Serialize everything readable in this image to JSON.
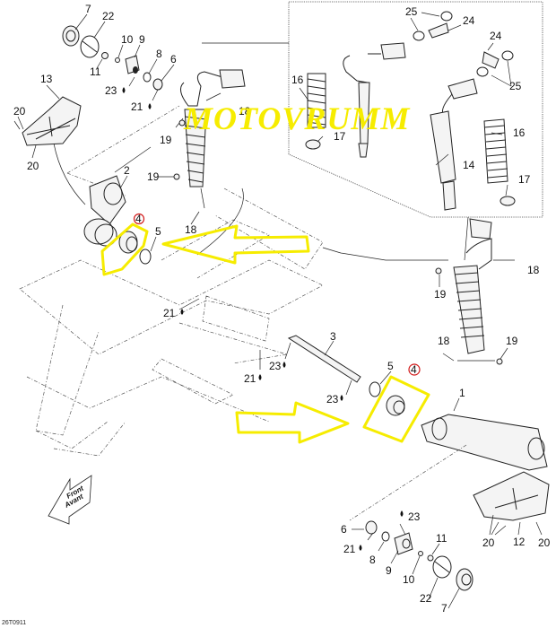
{
  "diagram": {
    "type": "exploded-parts-diagram",
    "subject": "rear swing arm and shock absorber assembly",
    "watermark": "MOTOVRUMM",
    "drawing_code": "26T0911",
    "orientation_arrow": {
      "line1": "Front",
      "line2": "Avant"
    },
    "lubricant_symbol": "drop",
    "highlight_color": "#f6ec00",
    "circle_color": "#d21a1a"
  },
  "callouts": {
    "c7a": "7",
    "c22a": "22",
    "c10a": "10",
    "c9a": "9",
    "c11a": "11",
    "c8a": "8",
    "c6a": "6",
    "c23a": "23",
    "c21a": "21",
    "c13": "13",
    "c20a": "20",
    "c20b": "20",
    "c2": "2",
    "c19a": "19",
    "c19b": "19",
    "c18a": "18",
    "c18b": "18",
    "c25a": "25",
    "c24a": "24",
    "c24b": "24",
    "c25b": "25",
    "c16a": "16",
    "c17a": "17",
    "c14": "14",
    "c16b": "16",
    "c17b": "17",
    "c4a": "4",
    "c5a": "5",
    "c21b": "21",
    "c21c": "21",
    "c23b": "23",
    "c23c": "23",
    "c3": "3",
    "c5b": "5",
    "c4b": "4",
    "c1": "1",
    "c18c": "18",
    "c19c": "19",
    "c19d": "19",
    "c18d": "18",
    "c6b": "6",
    "c21d": "21",
    "c8b": "8",
    "c9b": "9",
    "c23d": "23",
    "c10b": "10",
    "c11b": "11",
    "c22b": "22",
    "c7b": "7",
    "c20c": "20",
    "c12": "12",
    "c20d": "20"
  },
  "annotations": [
    {
      "type": "highlight-outline",
      "target_part": "4",
      "location": "upper-left bushing"
    },
    {
      "type": "arrow",
      "direction": "left",
      "points_to_part": "4"
    },
    {
      "type": "highlight-outline",
      "target_part": "4",
      "location": "lower-right bushing"
    },
    {
      "type": "arrow",
      "direction": "right",
      "points_to_part": "4"
    },
    {
      "type": "red-circle",
      "around_label": "4"
    },
    {
      "type": "red-circle",
      "around_label": "4"
    }
  ]
}
